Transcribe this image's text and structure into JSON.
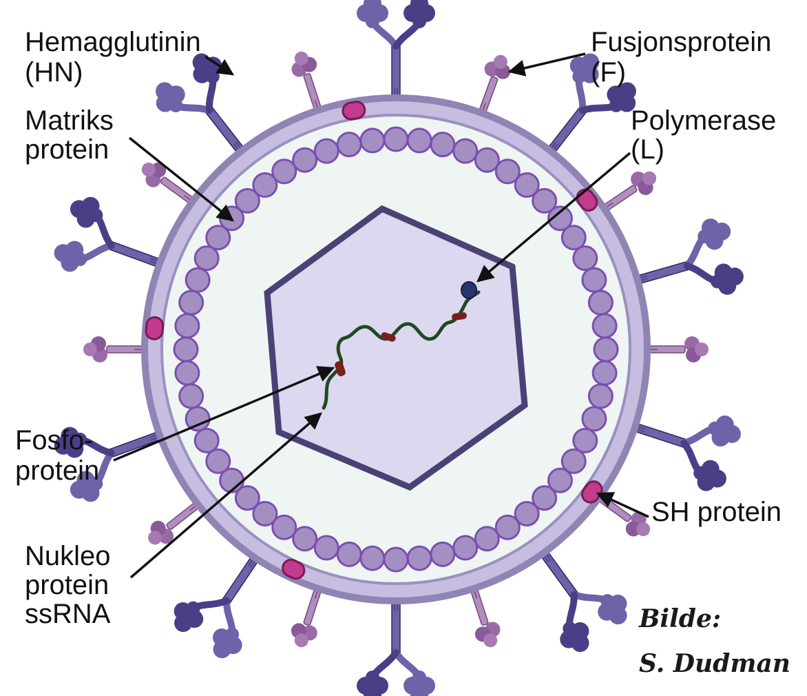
{
  "labels": {
    "hemagglutinin": [
      "Hemagglutinin",
      "(HN)"
    ],
    "matriks": [
      "Matriks",
      "protein"
    ],
    "fusjon": [
      "Fusjonsprotein",
      "(F)"
    ],
    "polymerase": [
      "Polymerase",
      "(L)"
    ],
    "fosfo": [
      "Fosfo-",
      "protein"
    ],
    "nukleo": [
      "Nukleo",
      "protein",
      "ssRNA"
    ],
    "sh": "SH protein"
  },
  "credit": {
    "line1": "Bilde:",
    "line2": "S. Dudman"
  },
  "colors": {
    "envelope_outer": "#8f84b4",
    "envelope_fill": "#c6bde0",
    "interior": "#eef5f3",
    "matrix_fill": "#a48fc3",
    "matrix_stroke": "#7a4fb0",
    "capsid_fill": "#dcd8ef",
    "capsid_stroke": "#4a4275",
    "hn_dark": "#4a3f86",
    "hn_light": "#6c63a8",
    "f_protein": "#9a6aa6",
    "sh_fill": "#c23b8c",
    "rna": "#1f4a22",
    "phospho": "#7b1e1e",
    "polymerase": "#2a3570"
  },
  "icons": [
    "hemagglutinin-spike-icon",
    "fusion-protein-icon",
    "sh-protein-icon",
    "polymerase-icon",
    "phosphoprotein-icon"
  ]
}
